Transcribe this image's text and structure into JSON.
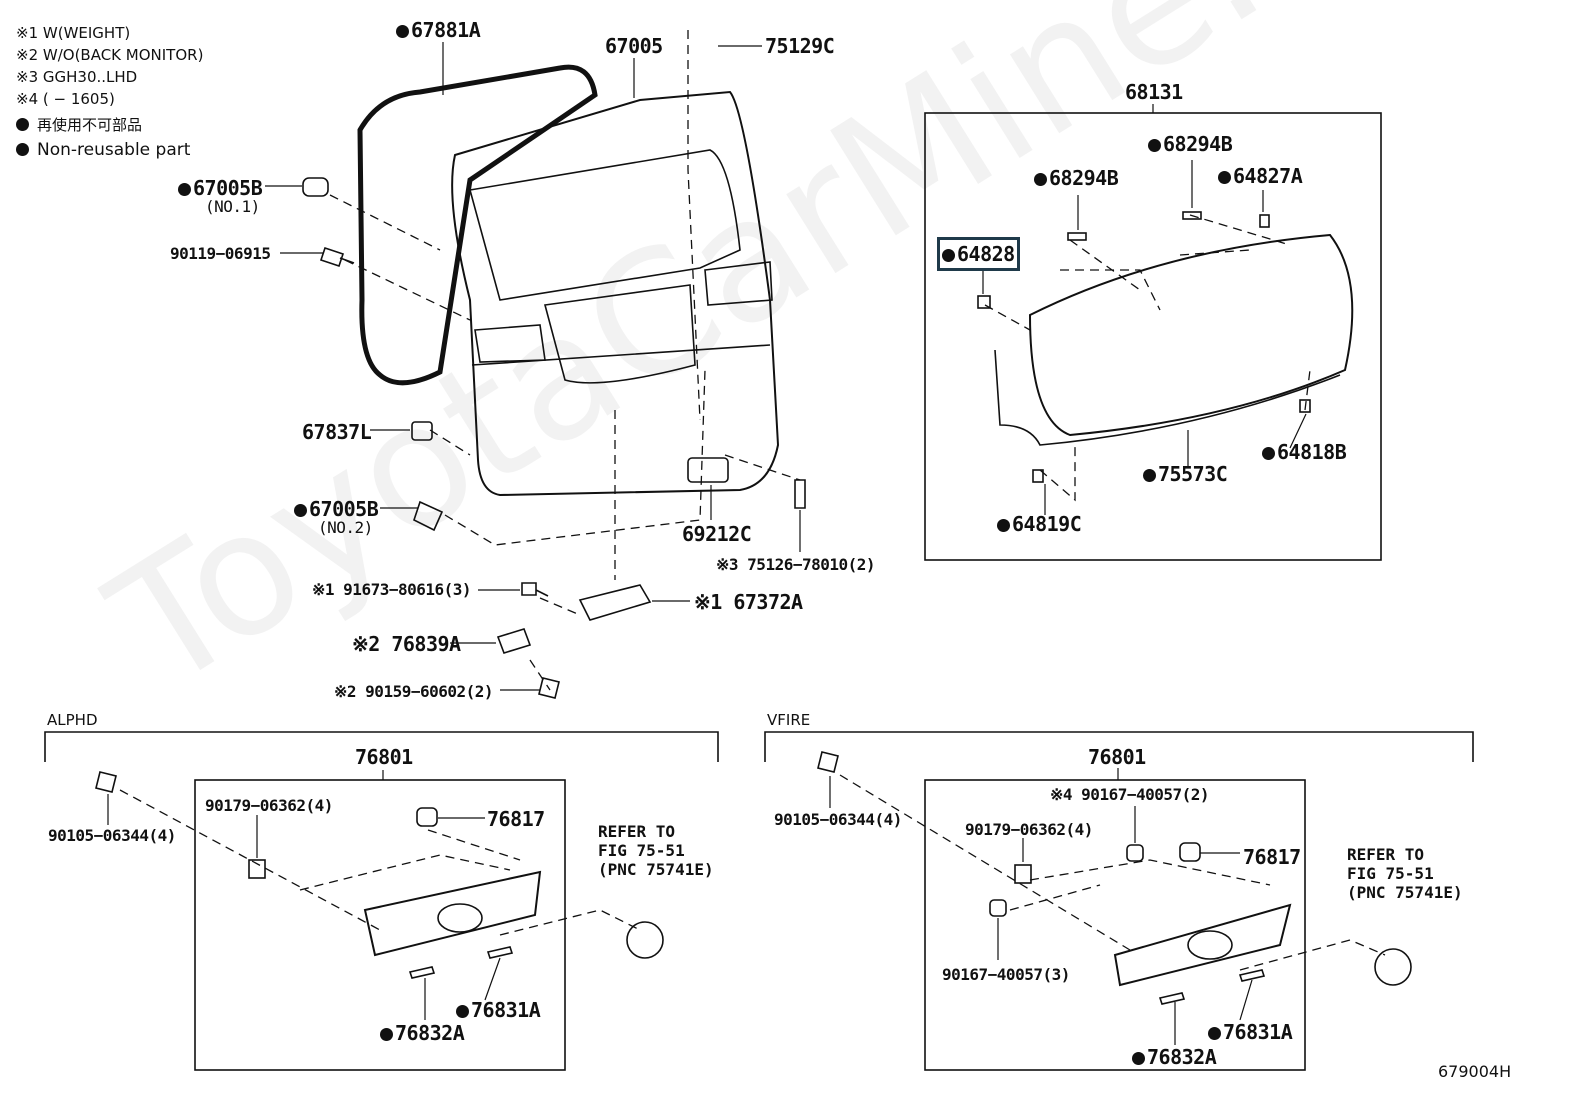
{
  "notes": {
    "n1": "※1 W(WEIGHT)",
    "n2": "※2 W/O(BACK MONITOR)",
    "n3": "※3 GGH30..LHD",
    "n4": "※4 (      − 1605)",
    "n5": "再使用不可部品",
    "n6": "Non-reusable part"
  },
  "watermark": "ToyotaCarMine.ru",
  "diagram_id": "679004H",
  "sections": {
    "alphd": "ALPHD",
    "vfire": "VFIRE"
  },
  "parts": {
    "p67881A": "67881A",
    "p67005": "67005",
    "p75129C": "75129C",
    "p67005B_1": "67005B",
    "no1": "(NO.1)",
    "p90119": "90119−06915",
    "p67837L": "67837L",
    "p67005B_2": "67005B",
    "no2": "(NO.2)",
    "p69212C": "69212C",
    "p75126": "※3 75126−78010(2)",
    "p91673": "※1 91673−80616(3)",
    "p67372A": "※1 67372A",
    "p76839A": "※2 76839A",
    "p90159": "※2 90159−60602(2)",
    "p68131": "68131",
    "p68294B_a": "68294B",
    "p68294B_b": "68294B",
    "p64827A": "64827A",
    "p64828": "64828",
    "p64818B": "64818B",
    "p75573C": "75573C",
    "p64819C": "64819C",
    "a76801": "76801",
    "a90105": "90105−06344(4)",
    "a90179": "90179−06362(4)",
    "a76817": "76817",
    "a76831A": "76831A",
    "a76832A": "76832A",
    "a_refer": "REFER TO\nFIG 75-51\n(PNC 75741E)",
    "v76801": "76801",
    "v90105": "90105−06344(4)",
    "v90167_top": "※4 90167−40057(2)",
    "v90179": "90179−06362(4)",
    "v76817": "76817",
    "v90167_bot": "90167−40057(3)",
    "v76831A": "76831A",
    "v76832A": "76832A",
    "v_refer": "REFER TO\nFIG 75-51\n(PNC 75741E)"
  }
}
